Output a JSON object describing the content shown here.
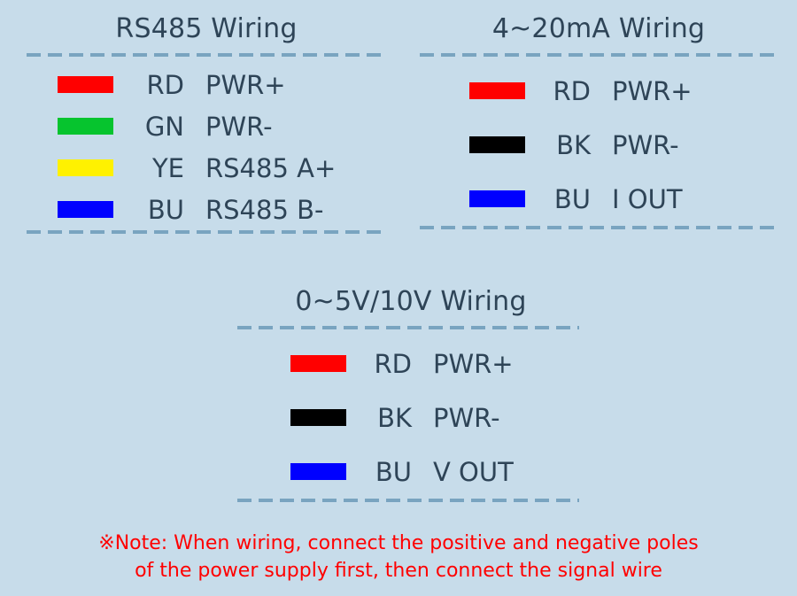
{
  "background_color": "#c7dcea",
  "text_color": "#2e4457",
  "rule_color": "#79a4c0",
  "note_color": "#ff0000",
  "panels": [
    {
      "id": "rs485",
      "title": "RS485 Wiring",
      "rows": [
        {
          "swatch_color": "#ff0000",
          "code": "RD",
          "function": "PWR+"
        },
        {
          "swatch_color": "#06c42e",
          "code": "GN",
          "function": "PWR-"
        },
        {
          "swatch_color": "#fff100",
          "code": "YE",
          "function": "RS485 A+"
        },
        {
          "swatch_color": "#0000ff",
          "code": "BU",
          "function": "RS485 B-"
        }
      ]
    },
    {
      "id": "current_loop",
      "title": "4~20mA Wiring",
      "rows": [
        {
          "swatch_color": "#ff0000",
          "code": "RD",
          "function": "PWR+"
        },
        {
          "swatch_color": "#000000",
          "code": "BK",
          "function": "PWR-"
        },
        {
          "swatch_color": "#0000ff",
          "code": "BU",
          "function": "I OUT"
        }
      ]
    },
    {
      "id": "voltage",
      "title": "0~5V/10V Wiring",
      "rows": [
        {
          "swatch_color": "#ff0000",
          "code": "RD",
          "function": "PWR+"
        },
        {
          "swatch_color": "#000000",
          "code": "BK",
          "function": "PWR-"
        },
        {
          "swatch_color": "#0000ff",
          "code": "BU",
          "function": "V OUT"
        }
      ]
    }
  ],
  "note": {
    "line1": "※Note: When wiring, connect the positive and negative poles",
    "line2": "of the power supply first, then connect the signal wire"
  }
}
